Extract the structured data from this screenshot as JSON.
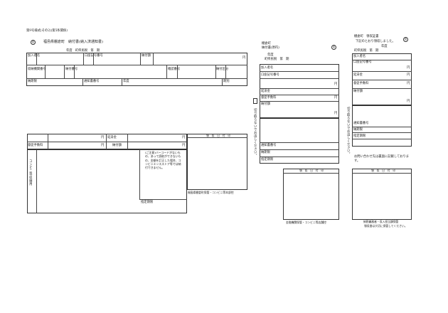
{
  "form_id": "第9号様式(その2)(第5条関係)",
  "circle_mark": "収",
  "left": {
    "title": "福島県棚倉町　納付書(納入済通知書)",
    "year_line": "年度　町県民税　第　期",
    "payer_label": "加入者名",
    "account_label": "口座記号番号",
    "amount_label": "納付額",
    "yen": "円",
    "income_dept_label": "収納機関番号",
    "payment_no_label": "納付番号",
    "confirm_no_label": "確認番号",
    "payment_category_label": "納付区分",
    "due_date_label": "納期限",
    "notice_no_label": "通知書番号",
    "fiscal_year_label": "年度",
    "installment_label": "期別",
    "base_label": "延滞金",
    "fee_label": "督促手数料",
    "total_label": "納付額",
    "convenience_label": "コンビニ等収納用",
    "notes": "(ご注意)バーコードがないもの、あって読取ができないもの、金額を訂正した場合、コンビニエンスストア等では納付できません。",
    "stamp_header": "領　収　日　付　印",
    "stamp_footer": "福島県棚倉町保管・コンビニ等本部控",
    "revised_due_label": "指定期限"
  },
  "middle": {
    "town": "棚倉町",
    "doc_title": "納付書(原符)",
    "year_line": "年度",
    "tax_line": "町県民税　第　期",
    "payer_label": "加入者名",
    "account_label": "口座記号番号",
    "base_label": "延滞金",
    "fee_label": "督促手数料",
    "total_label": "納付額",
    "yen": "円",
    "cut_note": "切り取らないでお出しください。",
    "notice_no_label": "通知書番号",
    "due_date_label": "納期限",
    "revised_due_label": "指定期限",
    "stamp_header": "領　収　日　付　印",
    "stamp_footer": "金融機関保管・コンビニ等店舗控"
  },
  "right": {
    "town_title": "棚倉町　領収証書",
    "received_line": "下記のとおり領収しました。",
    "year_line": "年度",
    "tax_line": "町県民税　第　期",
    "payer_label": "加入者名",
    "account_label": "口座記号番号",
    "base_label": "延滞金",
    "fee_label": "督促手数料",
    "total_label": "納付額",
    "yen": "円",
    "cut_note": "切り取らないでお出しください。",
    "notice_no_label": "通知書番号",
    "due_date_label": "納期限",
    "revised_due_label": "指定期限",
    "inquiry_note": "お問い合わせ先は裏面に記載しております。",
    "stamp_header": "領　収　日　付　印",
    "stamp_footer_1": "納税義務者・収入担当課保管",
    "stamp_footer_2": "領収書は大切に保管してください。"
  }
}
